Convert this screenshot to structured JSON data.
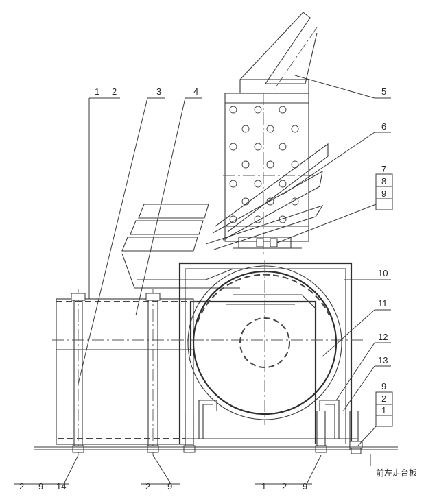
{
  "drawing": {
    "callouts": {
      "top": [
        "1",
        "2",
        "3",
        "4",
        "5",
        "6",
        "7",
        "8",
        "9",
        "10",
        "11",
        "12",
        "13",
        "9",
        "2",
        "1"
      ],
      "bottom_left": [
        "2",
        "9",
        "14"
      ],
      "bottom_mid": [
        "2",
        "9"
      ],
      "bottom_right": [
        "1",
        "2",
        "9"
      ]
    },
    "plate_label": "前左走台板"
  }
}
